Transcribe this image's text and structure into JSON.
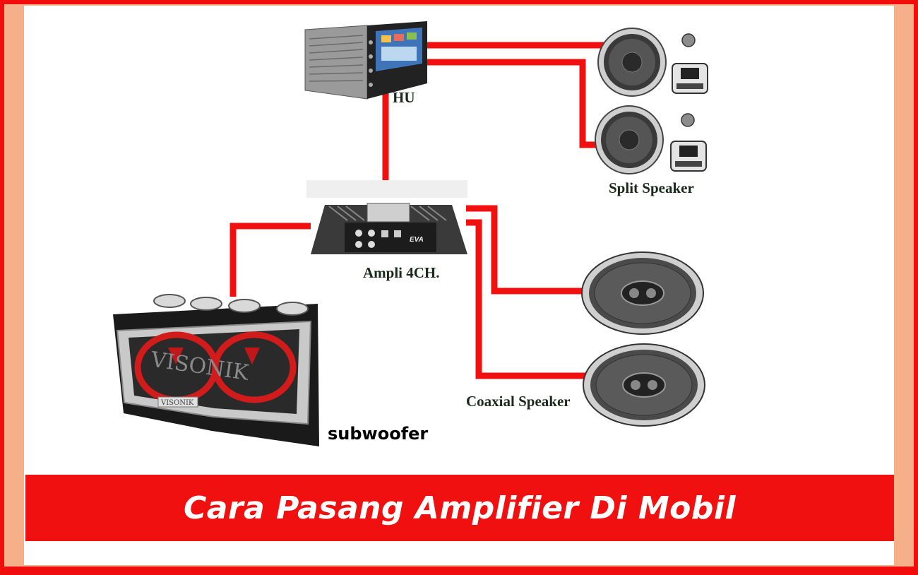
{
  "title": "Cara Pasang Amplifier Di Mobil",
  "components": {
    "head_unit": {
      "label": "HU",
      "icon": "car-head-unit-icon"
    },
    "amplifier": {
      "label": "Ampli 4CH.",
      "icon": "amplifier-icon",
      "brand_text": "EVA"
    },
    "split_speaker": {
      "label": "Split Speaker",
      "icon": "split-speaker-icon"
    },
    "coaxial_speaker": {
      "label": "Coaxial Speaker",
      "icon": "coaxial-speaker-icon"
    },
    "subwoofer": {
      "label": "subwoofer",
      "icon": "subwoofer-box-icon",
      "brand_text": "VISONIK",
      "brand_text_small": "VISONIK"
    }
  },
  "colors": {
    "frame": "#f20d0d",
    "frame_inner": "#f6b089",
    "wire": "#f01010",
    "banner": "#f01010",
    "banner_text": "#ffffff"
  }
}
